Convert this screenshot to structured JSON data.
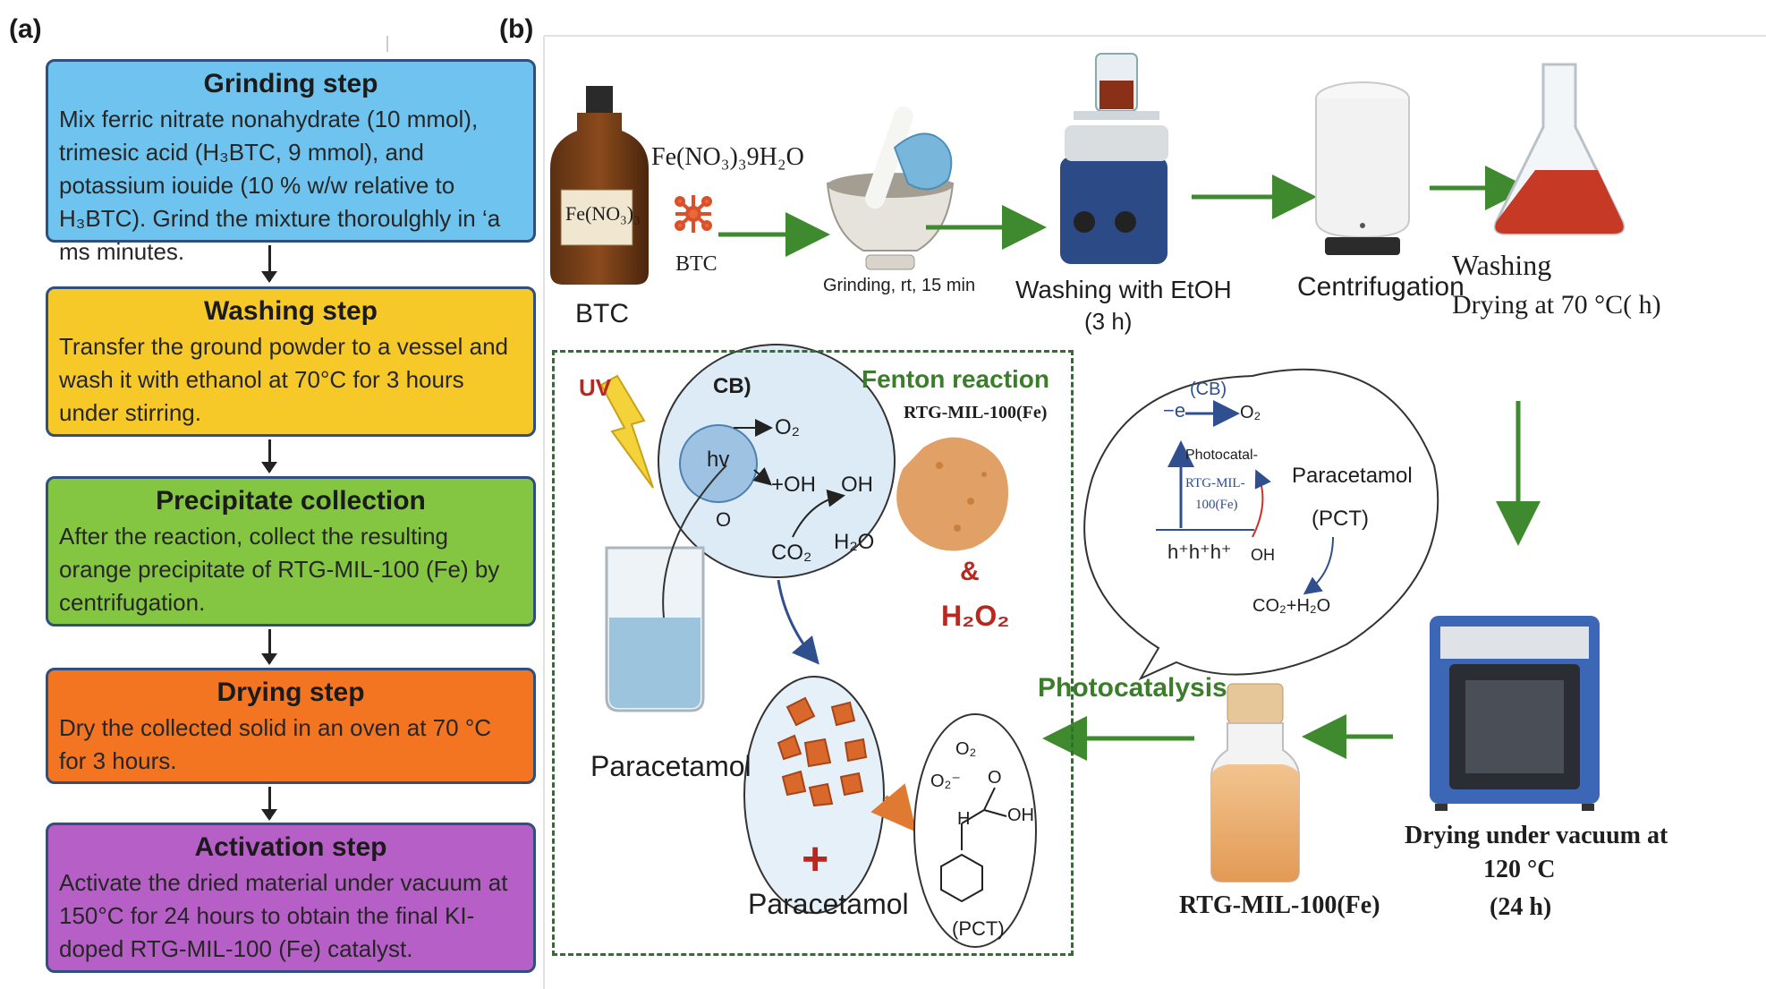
{
  "panels": {
    "a": "(a)",
    "b": "(b)"
  },
  "steps": [
    {
      "title": "Grinding step",
      "body": "Mix ferric nitrate nonahydrate (10 mmol), trimesic acid (H₃BTC, 9 mmol), and potassium iouide (10 % w/w relative to H₃BTC). Grind the mixture thoroulghly in ‘a ms minutes."
    },
    {
      "title": "Washing step",
      "body": "Transfer the ground powder to a vessel and wash it with ethanol at 70°C for 3 hours under stirring."
    },
    {
      "title": "Precipitate collection",
      "body": "After the reaction, collect the resulting orange precipitate of RTG-MIL-100 (Fe) by centrifugation."
    },
    {
      "title": "Drying step",
      "body": "Dry the collected solid in an oven at 70 °C for 3 hours."
    },
    {
      "title": "Activation step",
      "body": "Activate the dried material under vacuum at 150°C for 24 hours to obtain the final KI-doped RTG-MIL-100 (Fe) catalyst."
    }
  ],
  "synthesis": {
    "bottle_label": "Fe(NO₃)₃",
    "bottle_caption": "BTC",
    "reagent_formula": "Fe(NO₃)₃9H₂O",
    "btc_label": "BTC",
    "grinding": "Grinding, rt, 15 min",
    "washing_etoh": "Washing with EtOH",
    "washing_time": "(3 h)",
    "centrifugation": "Centrifugation",
    "washing": "Washing",
    "drying_70": "Drying at 70 °C( h)",
    "vacuum_1": "Drying under vacuum at",
    "vacuum_2": "120 °C",
    "vacuum_3": "(24 h)",
    "product": "RTG-MIL-100(Fe)",
    "photocatalysis": "Photocatalysis"
  },
  "fenton": {
    "uv": "UV",
    "cb": "CB)",
    "hv": "hv",
    "o2": "O₂",
    "oh_rad": "+OH",
    "oh": "OH",
    "o_minus": "O",
    "co2": "CO₂",
    "h2o": "H₂O",
    "title": "Fenton reaction",
    "material": "RTG-MIL-100(Fe)",
    "amp": "&",
    "h2o2": "H₂O₂",
    "paracetamol_1": "Paracetamol",
    "paracetamol_2": "Paracetamol",
    "plus": "+",
    "mol_o2": "O₂",
    "mol_o2m": "O₂⁻",
    "mol_o": "O",
    "mol_h": "H",
    "mol_oh": "OH",
    "pct": "(PCT)"
  },
  "bubble": {
    "minus_e": "−e",
    "cb": "(CB)",
    "o2": "O₂",
    "photocatal": "Photocatal-",
    "rtg1": "RTG-MIL-",
    "rtg2": "100(Fe)",
    "holes": "h⁺h⁺h⁺",
    "oh": "OH",
    "paracetamol": "Paracetamol",
    "pct": "(PCT)",
    "products": "CO₂+H₂O"
  },
  "colors": {
    "green_arrow": "#3f8a2e",
    "blue_arrow": "#2f4f8f",
    "fenton_green": "#3b7d2a",
    "h2o2_red": "#b8281e",
    "mof_orange": "#d9692b",
    "product_orange": "#e8a463"
  }
}
